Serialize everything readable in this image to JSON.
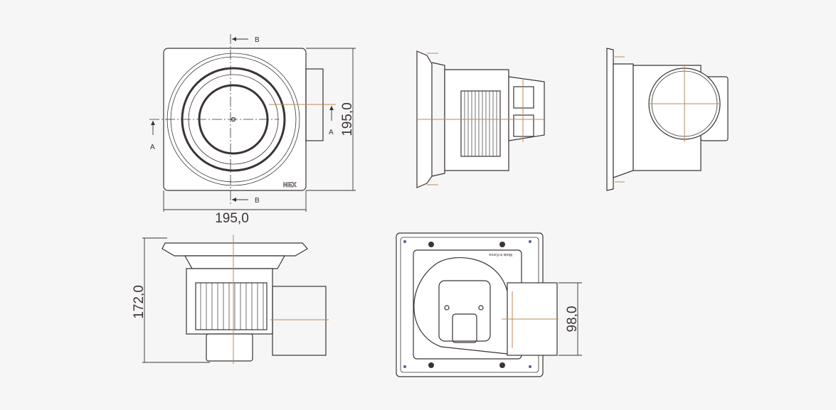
{
  "front_view": {
    "section_b_label_top": "B",
    "section_b_label_bottom": "B",
    "section_a_label_left": "A",
    "section_a_label_right": "A",
    "width_dimension": "195,0",
    "height_dimension": "195,0",
    "logo_text": "NEX"
  },
  "section_view": {
    "height_dimension": "172,0"
  },
  "rear_view": {
    "marking_text": "Made in Korea",
    "duct_dimension": "98,0"
  },
  "colors": {
    "line": "#3b3433",
    "centerline": "#b98a5a",
    "background": "#f6f6f6"
  }
}
